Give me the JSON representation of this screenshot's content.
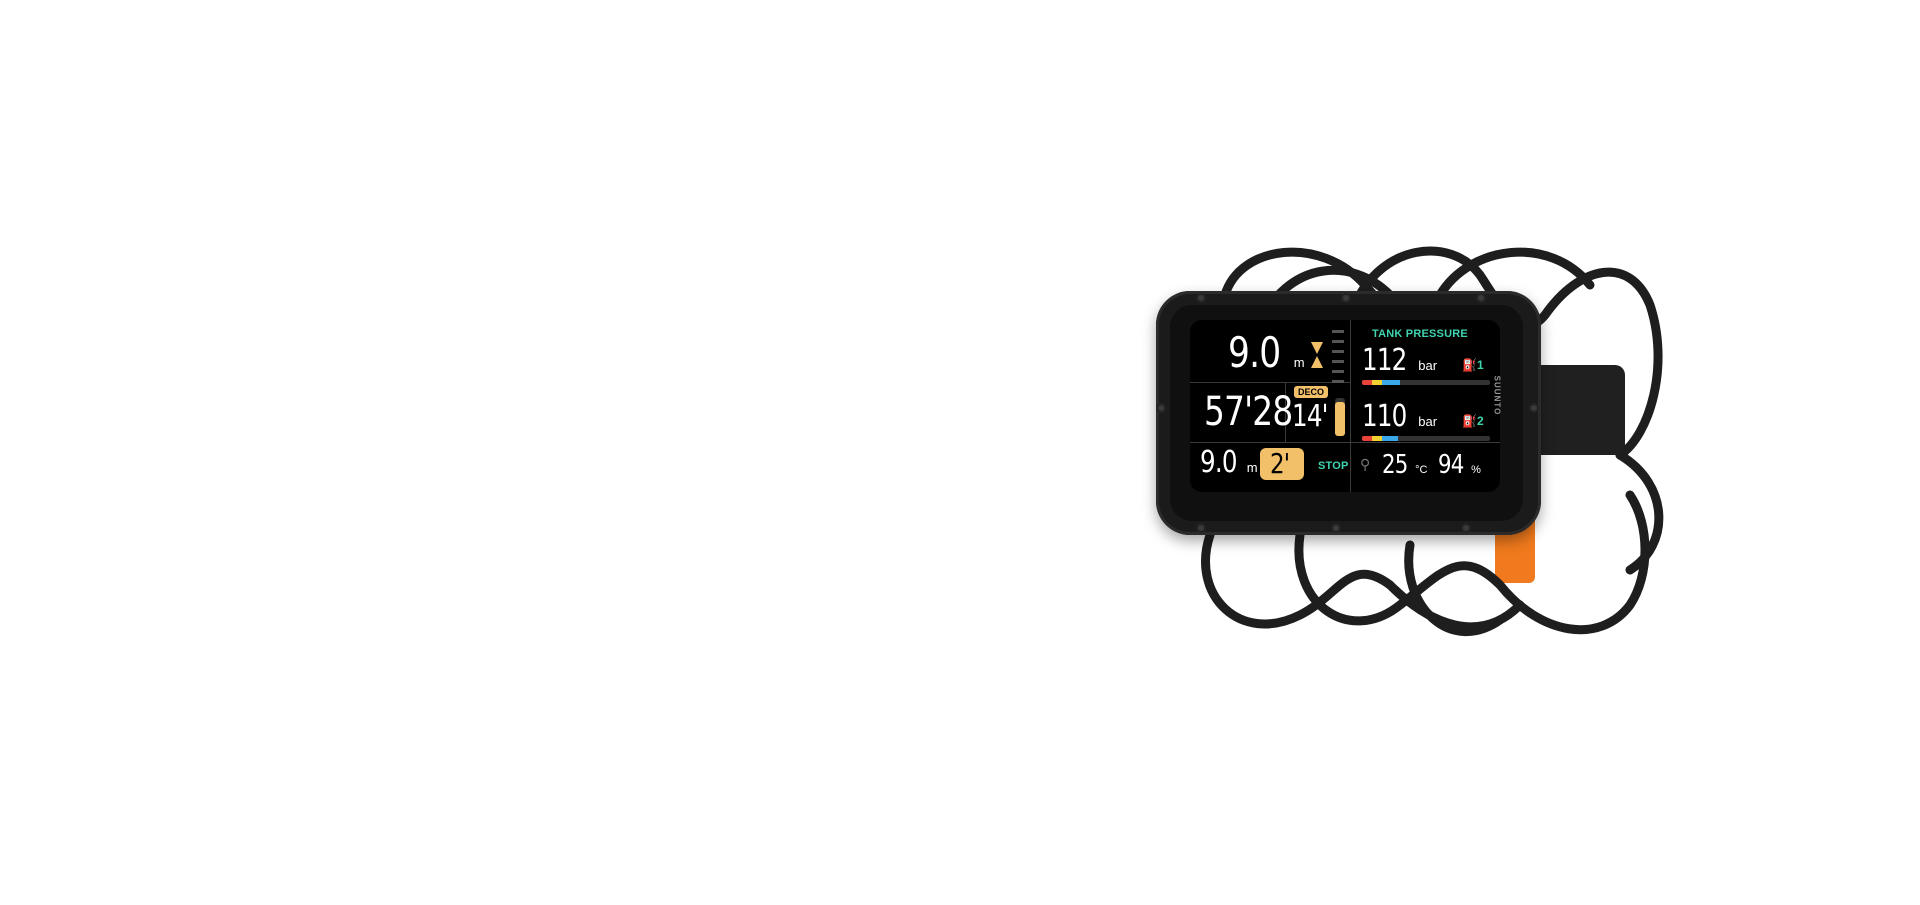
{
  "device": {
    "depth": {
      "value": "9.0",
      "unit": "m"
    },
    "dive_time": "57'28",
    "deco": {
      "tag": "DECO",
      "value": "14'"
    },
    "stop": {
      "depth": "9.0",
      "unit": "m",
      "time": "2'",
      "label": "STOP"
    },
    "tank_pressure": {
      "title": "TANK PRESSURE",
      "tanks": [
        {
          "value": "112",
          "unit": "bar",
          "id": "1"
        },
        {
          "value": "110",
          "unit": "bar",
          "id": "2"
        }
      ]
    },
    "temperature": {
      "value": "25",
      "unit": "°C"
    },
    "battery": {
      "value": "94",
      "unit": "%"
    },
    "brand": "SUUNTO",
    "colors": {
      "accent_teal": "#3fd3b0",
      "deco_amber": "#f3c06a",
      "strap_orange": "#f07a1d",
      "gauge_red": "#e8443a",
      "gauge_yellow": "#f2d232",
      "gauge_blue": "#3aa8e8"
    }
  }
}
